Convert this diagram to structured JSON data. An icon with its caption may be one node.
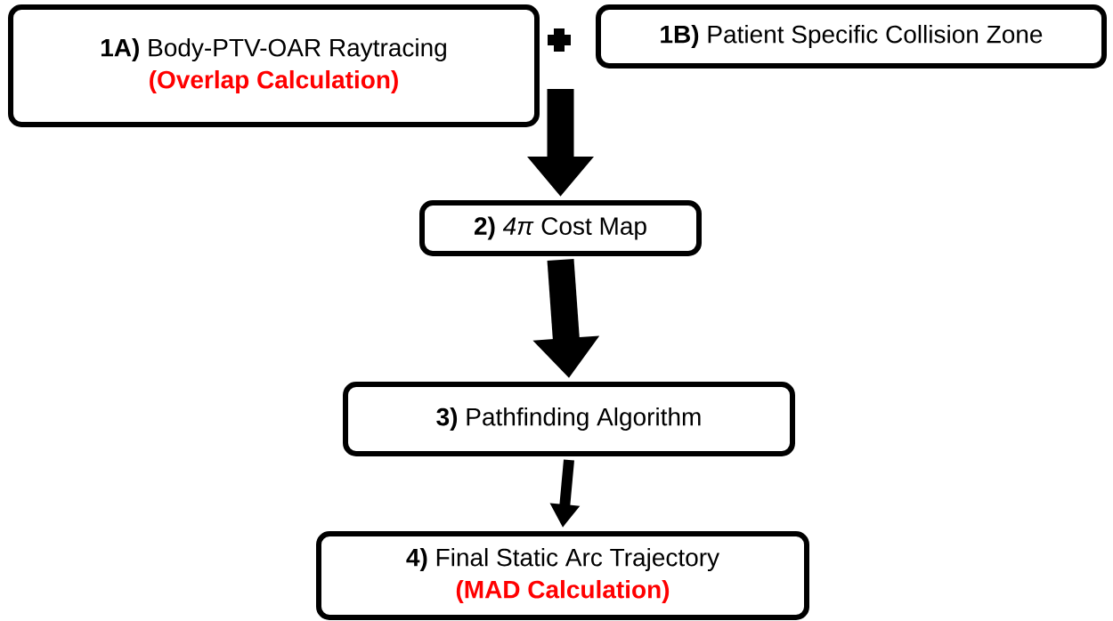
{
  "diagram": {
    "nodes": [
      {
        "text": [
          "**1A)** Body-PTV-OAR Raytracing",
          "(Overlap Calculation)"
        ]
      },
      {
        "text": [
          "**1B)** Patient Specific Collision Zone"
        ]
      },
      {
        "text": [
          "**2)** *4π* Cost Map"
        ]
      },
      {
        "text": [
          "**3)** Pathfinding Algorithm"
        ]
      },
      {
        "text": [
          "**4)** Final Static Arc Trajectory",
          "(MAD Calculation)"
        ]
      }
    ],
    "edges": [
      {
        "from": null,
        "to": 2,
        "arrow": "to"
      },
      {
        "from": 2,
        "to": 3,
        "arrow": "to"
      },
      {
        "from": 3,
        "to": 4,
        "arrow": "to"
      }
    ]
  }
}
